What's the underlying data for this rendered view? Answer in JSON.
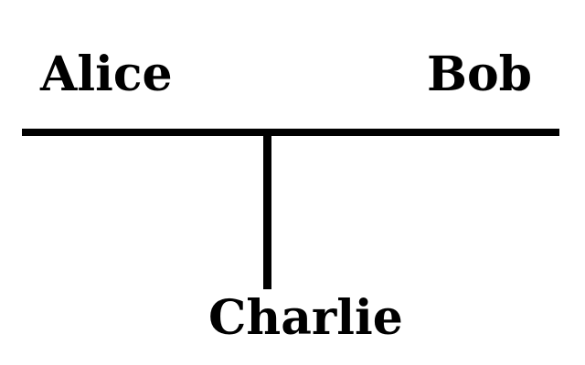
{
  "diagram": {
    "parents": [
      "Alice",
      "Bob"
    ],
    "child": "Charlie",
    "line_color": "#000000",
    "background_color": "#ffffff"
  }
}
